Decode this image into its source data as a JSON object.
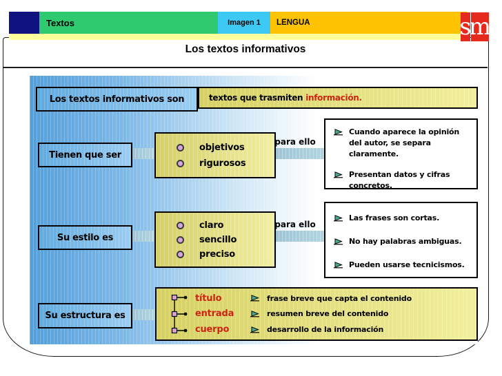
{
  "header": {
    "textos_label": "Textos",
    "imagen_label": "Imagen 1",
    "lengua_label": "LENGUA"
  },
  "brand": {
    "logo_s": "s",
    "logo_m": "m"
  },
  "title": "Los textos informativos",
  "definition": {
    "subject": "Los textos informativos son",
    "predicate_black": "textos que trasmiten",
    "predicate_red": "información."
  },
  "sections": [
    {
      "label": "Tienen que ser",
      "items": [
        "objetivos",
        "rigurosos"
      ],
      "connector_label": "para ello",
      "notes": [
        "Cuando aparece la opinión del autor, se separa claramente.",
        "Presentan datos y cifras concretos."
      ]
    },
    {
      "label": "Su estilo es",
      "items": [
        "claro",
        "sencillo",
        "preciso"
      ],
      "connector_label": "para ello",
      "notes": [
        "Las frases son cortas.",
        "No hay palabras ambiguas.",
        "Pueden usarse tecnicismos."
      ]
    },
    {
      "label": "Su estructura es",
      "structure": [
        {
          "term": "título",
          "desc": "frase breve que capta el contenido"
        },
        {
          "term": "entrada",
          "desc": "resumen breve del contenido"
        },
        {
          "term": "cuerpo",
          "desc": "desarrollo de la información"
        }
      ]
    }
  ],
  "colors": {
    "header_green": "#2fca70",
    "header_blue": "#3ec9f5",
    "header_orange": "#ffc303",
    "header_navy": "#10127f",
    "header_strip": "#ffff9c",
    "logo_red": "#e5291d",
    "box_blue": "#7cbce8",
    "box_yellow": "#e3df7e",
    "accent_red": "#ce2413",
    "flag_teal": "#49ab93",
    "bullet_pink": "#d3a7d8"
  }
}
